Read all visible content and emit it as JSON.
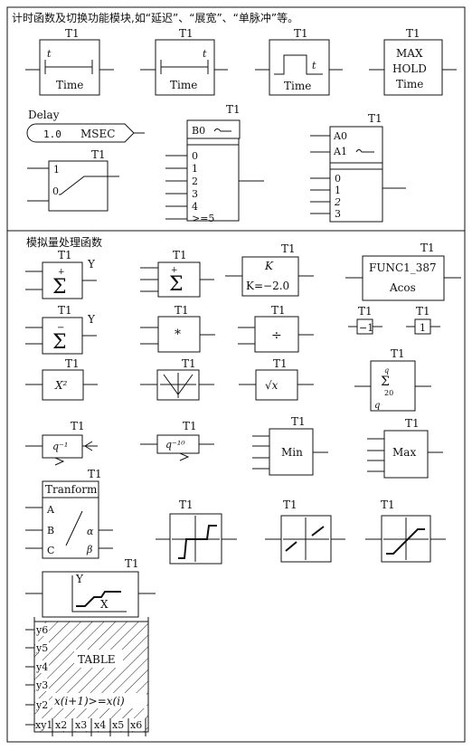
{
  "section1": {
    "header": "计时函数及切换功能模块,如“延迟”、“展宽”、“单脉冲”等。",
    "timers": [
      {
        "tag": "T1",
        "param": "t",
        "label": "Time"
      },
      {
        "tag": "T1",
        "param": "t",
        "label": "Time"
      },
      {
        "tag": "T1",
        "param": "t",
        "label": "Time"
      },
      {
        "tag": "T1",
        "line1": "MAX",
        "line2": "HOLD",
        "line3": "Time"
      }
    ],
    "delay": {
      "caption": "Delay",
      "value": "1.0",
      "unit": "MSEC"
    },
    "switch1": {
      "tag": "T1",
      "in_high": "1",
      "in_low": "0"
    },
    "selector": {
      "tag": "T1",
      "select": "B0",
      "inputs": [
        "0",
        "1",
        "2",
        "3",
        "4",
        ">=5"
      ]
    },
    "mux": {
      "tag": "T1",
      "addr": [
        "A0",
        "A1"
      ],
      "inputs": [
        "0",
        "1",
        "2",
        "3"
      ]
    }
  },
  "section2": {
    "header": "模拟量处理函数",
    "sum1": {
      "tag": "T1",
      "out": "Y",
      "symbol": "Σ",
      "sign": "+"
    },
    "sum2": {
      "tag": "T1",
      "symbol": "Σ"
    },
    "gain": {
      "tag": "T1",
      "name": "K",
      "expr": "K=−2.0"
    },
    "func": {
      "tag": "T1",
      "name": "FUNC1_387",
      "fn": "Acos"
    },
    "sum3": {
      "tag": "T1",
      "out": "Y",
      "symbol": "Σ",
      "sign": "−"
    },
    "mult": {
      "tag": "T1",
      "symbol": "*"
    },
    "div": {
      "tag": "T1",
      "symbol": "÷"
    },
    "neg": {
      "tag": "T1",
      "symbol": "−1"
    },
    "one": {
      "tag": "T1",
      "symbol": "1"
    },
    "square": {
      "tag": "T1",
      "symbol": "X²"
    },
    "abs": {
      "tag": "T1"
    },
    "sqrt": {
      "tag": "T1",
      "symbol": "√x"
    },
    "integral": {
      "tag": "T1",
      "sup": "q",
      "sub": "20",
      "var": "q"
    },
    "delay1": {
      "tag": "T1",
      "symbol": "q⁻¹"
    },
    "delay10": {
      "tag": "T1",
      "symbol": "q⁻¹⁰"
    },
    "min": {
      "tag": "T1",
      "label": "Min"
    },
    "max": {
      "tag": "T1",
      "label": "Max"
    },
    "transform": {
      "tag": "T1",
      "title": "Tranform",
      "inputs": [
        "A",
        "B",
        "C"
      ],
      "outputs": [
        "α",
        "β"
      ]
    },
    "curves": [
      {
        "tag": "T1"
      },
      {
        "tag": "T1"
      },
      {
        "tag": "T1"
      }
    ],
    "table": {
      "tag": "T1",
      "y_axis": "Y",
      "x_axis": "X",
      "label": "TABLE",
      "condition": "x(i+1)>=x(i)",
      "y_inputs": [
        "y6",
        "y5",
        "y4",
        "y3",
        "y2"
      ],
      "x_inputs": [
        "xy1",
        "x2",
        "x3",
        "x4",
        "x5",
        "x6"
      ]
    }
  }
}
